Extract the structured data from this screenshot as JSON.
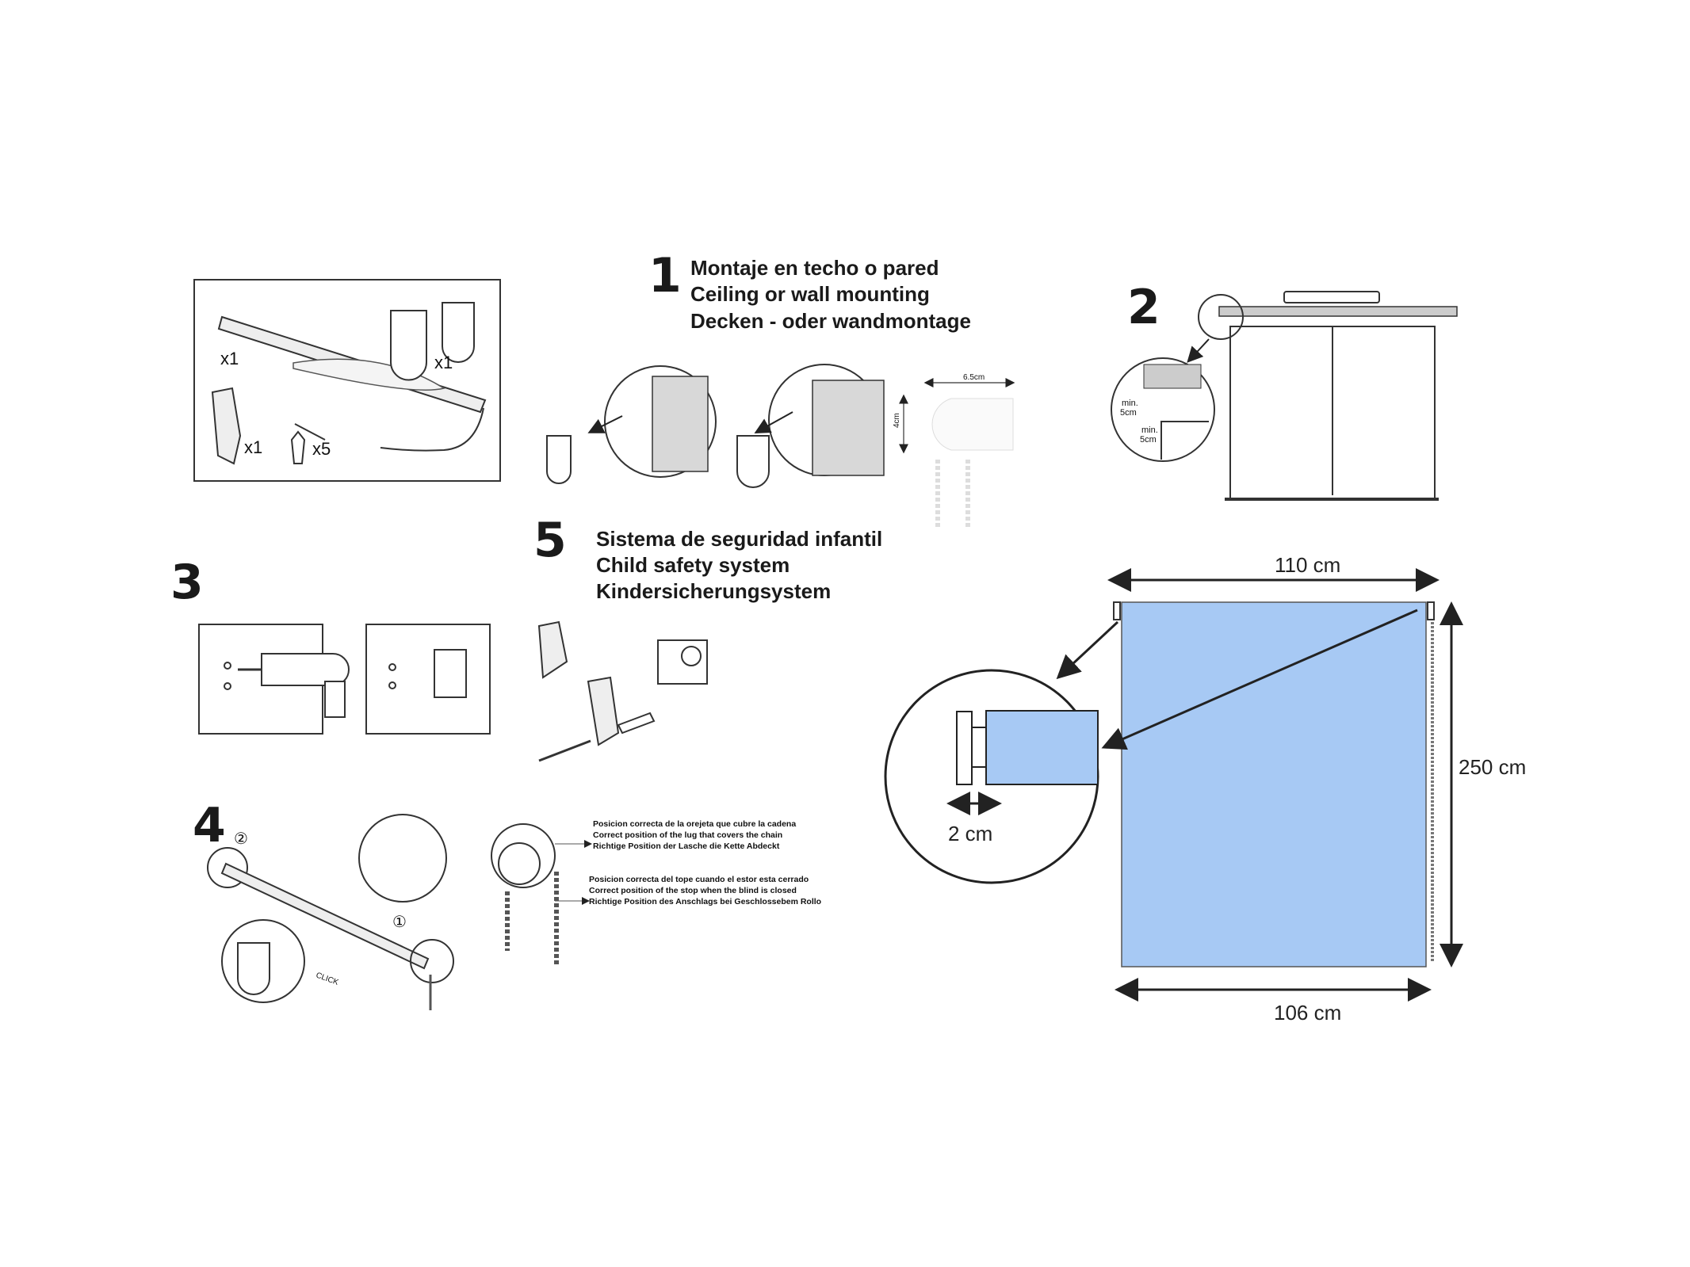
{
  "parts": {
    "rail_qty": "x1",
    "brackets_qty": "x1",
    "safety_qty": "x1",
    "screws_qty": "x5"
  },
  "step1": {
    "number": "1",
    "lines": [
      "Montaje en techo o pared",
      "Ceiling or wall mounting",
      "Decken - oder wandmontage"
    ],
    "width_label": "6.5cm",
    "height_label": "4cm"
  },
  "step2": {
    "number": "2",
    "clearance_top": [
      "min.",
      "5cm"
    ],
    "clearance_side": [
      "min.",
      "5cm"
    ]
  },
  "step3": {
    "number": "3"
  },
  "step4": {
    "number": "4",
    "circle_1": "①",
    "circle_2": "②",
    "click": "CLICK",
    "note1": [
      "Posicion correcta de la orejeta que cubre la cadena",
      "Correct position of the lug that covers the chain",
      "Richtige Position der Lasche die Kette Abdeckt"
    ],
    "note2": [
      "Posicion correcta del tope cuando el estor esta cerrado",
      "Correct position of the stop when the blind is closed",
      "Richtige Position des Anschlags bei Geschlossebem Rollo"
    ]
  },
  "step5": {
    "number": "5",
    "lines": [
      "Sistema de seguridad infantil",
      "Child safety system",
      "Kindersicherungsystem"
    ]
  },
  "dimensions": {
    "total_width": "110 cm",
    "fabric_width": "106 cm",
    "height": "250 cm",
    "bracket_offset": "2 cm",
    "fabric_color": "#a7c9f4"
  }
}
